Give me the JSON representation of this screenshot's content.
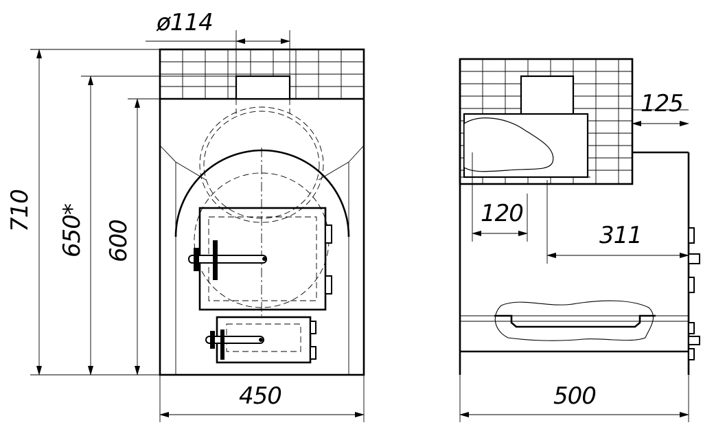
{
  "drawing": {
    "colors": {
      "line": "#000000",
      "background": "#ffffff"
    },
    "front_view": {
      "dimensions": {
        "chimney_diameter": "ø114",
        "total_height": "710",
        "height_starred": "650*",
        "body_height": "600",
        "width": "450"
      }
    },
    "side_view": {
      "dimensions": {
        "tank_offset": "125",
        "firebox_depth_marker": "120",
        "grate_offset": "311",
        "depth": "500"
      }
    }
  }
}
